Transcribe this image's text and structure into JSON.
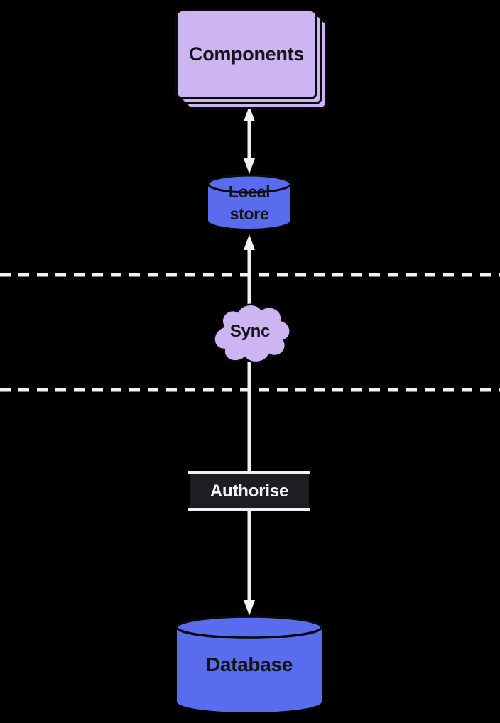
{
  "diagram": {
    "nodes": {
      "components": {
        "label": "Components",
        "shape": "stacked-card"
      },
      "local_store": {
        "label": "Local store",
        "shape": "cylinder"
      },
      "sync": {
        "label": "Sync",
        "shape": "cloud"
      },
      "authorise": {
        "label": "Authorise",
        "shape": "boundary-box"
      },
      "database": {
        "label": "Database",
        "shape": "cylinder"
      }
    },
    "colors": {
      "background": "#000000",
      "card_purple": "#ccb5f2",
      "cylinder_blue": "#5a6cee",
      "authorise_box": "#1d1d22",
      "connector_white": "#f2f2f2",
      "text_dark": "#141418",
      "text_light": "#f5f5f7"
    }
  }
}
